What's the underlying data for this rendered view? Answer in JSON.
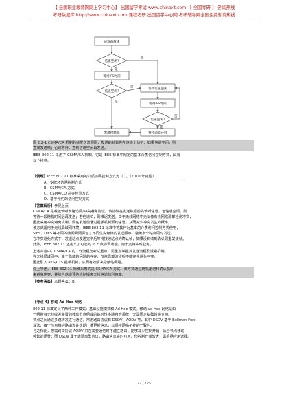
{
  "header": {
    "line1": "【 全国职业教育网网上学习中心】 出国留学考试 www.chinaxt.com 【 全国考研 】 咨询热线",
    "line2": "考研数据库 http://www.chinaxt.com  课程考研   出国留学中心网   考研辅导网全国免费咨询热线"
  },
  "flowchart": {
    "nodes": {
      "start": "帧准备就绪",
      "check1": "信道空闲?",
      "wait_ifs": "等待IFS时间",
      "check2": "信道空闲?",
      "backoff_wait": "等待信道空闲",
      "ifs2": "等待IFS时间",
      "check3": "信道空闲?",
      "backoff_count": "等待退避计时",
      "send": "发送帧数据"
    },
    "labels": {
      "yes": "是",
      "no": "否"
    }
  },
  "body": {
    "caption_a": "图 2.2-1 CSMA/CA 机制的帧发送流程图，发送的帧首先在信道上侦听，如果信道空闲，则",
    "caption_b": "直接发送帧；否则等待，直到信道空闲再发送。",
    "std_a": "IEEE 802.11 采用了 CSMA/CA 机制，它是 IEEE 标准中规定的基本介质访问控制方式，具有",
    "std_b": "以下特点。",
    "example_label": "【例题】",
    "question": "IEEE 802.11 标准采用的介质访问控制方式为（   ）。（2010 年真题）",
    "options": [
      "A．令牌环访问控制方式",
      "B．CSMA/CA 方式",
      "C．CSMA/CD 冲突检测方式",
      "D．基于预约的访问控制方式"
    ],
    "analysis_label": "【答案解析】",
    "analysis_ref": "参见上页",
    "analysis_lines": [
      "CSMA/CA 是载波侦听多路访问/冲突避免协议。该协议在发送数据前先侦听信道，若信道空闲，则",
      "等待一段随机时间后再发送；若信道忙，则推迟发送。由于无线网络中无法像有线网络那样检测冲突，",
      "因此采用冲突避免机制，即在发送前通过握手机制预约信道，从而减少冲突发生的概率。",
      "该方式适用于无线局域网环境，IEEE 802.11 标准中将其作为基本的介质访问控制方式使用，",
      "SIFS、DIFS 等不同的帧间间隔保证了不同优先级帧的发送顺序，避免多个站点同时发送。",
      "在冲突避免方式下，发送站点发送完毕后等待接收站点的确认帧，如果没有收到确认则重发该帧。"
    ],
    "note_line": "此外，IEEE 802.11 还定义了可选的 PCF 点协调功能，用于支持实时业务。",
    "point_lines": [
      "上述内容中，CSMA/CA 的工作流程为考试重点，需重点掌握其发送流程及退避机制。",
      "在无线局域网中，由于隐蔽站问题的存在，仅依靠载波侦听不能完全避免冲突，",
      "因此引入 RTS/CTS 握手机制，从而有效解决隐蔽站问题。"
    ],
    "summary_lines": [
      "综上所述，IEEE 802.11 标准采用的是 CSMA/CA 方式，该方式通过随机退避和确认机制",
      "来避免冲突，并结合信道预约机制提高无线信道的利用率。"
    ],
    "answer_label": "【参考答案】",
    "answer": "本题答案：B",
    "section_title": "【考点 4】移动 Ad Hoc 网络",
    "section_lines": [
      "802.11 标准定义了两种工作模式：基础设施模式和 Ad Hoc 模式。移动 Ad Hoc 网络是由",
      "一组带有无线收发装置的移动节点组成的临时性多跳自治系统，无需固定基础设施支持。",
      "节点之间通过多跳转发进行通信，常用路由协议有 DSDV、AODV 等，其中 DSDV 基于 Bellman-Ford",
      "算法，每个节点维护路由表并定期广播更新信息，以保持网络拓扑的一致性。",
      "与之相比，按需路由协议 AODV 只在需要通信时才建立路由，能够减少控制开销，适合节点移动",
      "频繁的场景；而 DSDV 属于表驱动型协议，路由信息实时可用，但控制开销较大，需根据应用选择。"
    ]
  },
  "page_number": "22 / 125"
}
